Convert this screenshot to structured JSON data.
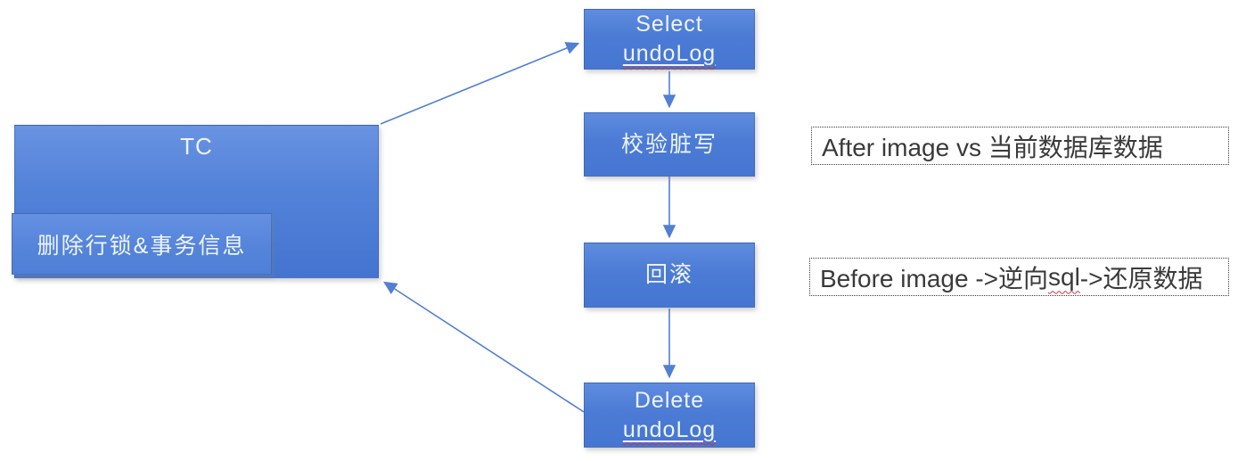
{
  "diagram": {
    "tc": {
      "title": "TC",
      "sub_box_label": "删除行锁&事务信息"
    },
    "flow": {
      "select_undolog": {
        "line1": "Select",
        "line2": "undoLog"
      },
      "verify_dirty_write": {
        "label": "校验脏写"
      },
      "rollback": {
        "label": "回滚"
      },
      "delete_undolog": {
        "line1": "Delete",
        "line2": "undoLog"
      }
    },
    "annotations": {
      "after_image": {
        "text": "After image vs 当前数据库数据"
      },
      "before_image": {
        "prefix": "Before image ->逆向",
        "misspelled_word": "sql",
        "suffix": "->还原数据"
      }
    },
    "colors": {
      "box_blue": "#4b7bd5",
      "box_blue_light": "#6a93e2",
      "connector_blue": "#517fd2",
      "annotation_text": "#3a3a3a",
      "spellcheck_red": "#c4373f",
      "box_text": "#eef4fd"
    }
  }
}
